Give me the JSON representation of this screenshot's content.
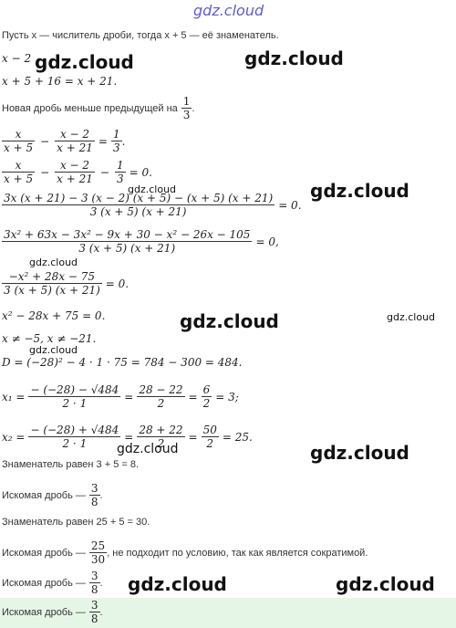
{
  "watermark": {
    "top": "gdz.cloud",
    "big": "gdz.cloud",
    "small": "gdz.cloud"
  },
  "lines": {
    "l1_text": "Пусть x — числитель дроби, тогда x + 5 — её знаменатель.",
    "l2": "x − 2",
    "l3": "x + 5 + 16 = x + 21.",
    "l4_text": "Новая дробь меньше предыдущей на",
    "l4_num": "1",
    "l4_den": "3",
    "eq1": {
      "a_num": "x",
      "a_den": "x + 5",
      "b_num": "x − 2",
      "b_den": "x + 21",
      "c_num": "1",
      "c_den": "3",
      "minus": "−",
      "eq": "=",
      "end": "."
    },
    "eq2": {
      "a_num": "x",
      "a_den": "x + 5",
      "b_num": "x − 2",
      "b_den": "x + 21",
      "c_num": "1",
      "c_den": "3",
      "minus": "−",
      "tail": "= 0."
    },
    "eq3": {
      "num": "3x (x + 21) − 3 (x − 2) (x + 5) − (x + 5) (x + 21)",
      "den": "3 (x + 5) (x + 21)",
      "tail": "= 0."
    },
    "eq4": {
      "num": "3x² + 63x − 3x² − 9x + 30 − x² − 26x − 105",
      "den": "3 (x + 5) (x + 21)",
      "tail": "= 0,"
    },
    "eq5": {
      "num": "−x² + 28x − 75",
      "den": "3 (x + 5) (x + 21)",
      "tail": "= 0."
    },
    "eq6": "x² − 28x + 75 = 0.",
    "eq7": "x ≠ −5, x ≠ −21.",
    "eq8": "D = (−28)² − 4 · 1 · 75 = 784 − 300 = 484.",
    "x1": {
      "lhs": "x₁ =",
      "num": "− (−28) − √484",
      "den": "2 · 1",
      "eq": "=",
      "n2": "28 − 22",
      "d2": "2",
      "n3": "6",
      "d3": "2",
      "tail": "= 3;"
    },
    "x2": {
      "lhs": "x₂ =",
      "num": "− (−28) + √484",
      "den": "2 · 1",
      "eq": "=",
      "n2": "28 + 22",
      "d2": "2",
      "n3": "50",
      "d3": "2",
      "tail": "= 25."
    },
    "l_den1": "Знаменатель равен 3 + 5 = 8.",
    "l_ans1_text": "Искомая дробь —",
    "l_ans1_num": "3",
    "l_ans1_den": "8",
    "l_den2": "Знаменатель равен 25 + 5 = 30.",
    "l_ans2_text": "Искомая дробь —",
    "l_ans2_num": "25",
    "l_ans2_den": "30",
    "l_ans2_tail": ", не подходит по условию, так как является сократимой.",
    "l_ans3_text": "Искомая дробь —",
    "l_ans3_num": "3",
    "l_ans3_den": "8",
    "l_final_text": "Искомая дробь —",
    "l_final_num": "3",
    "l_final_den": "8",
    "dot": "."
  }
}
